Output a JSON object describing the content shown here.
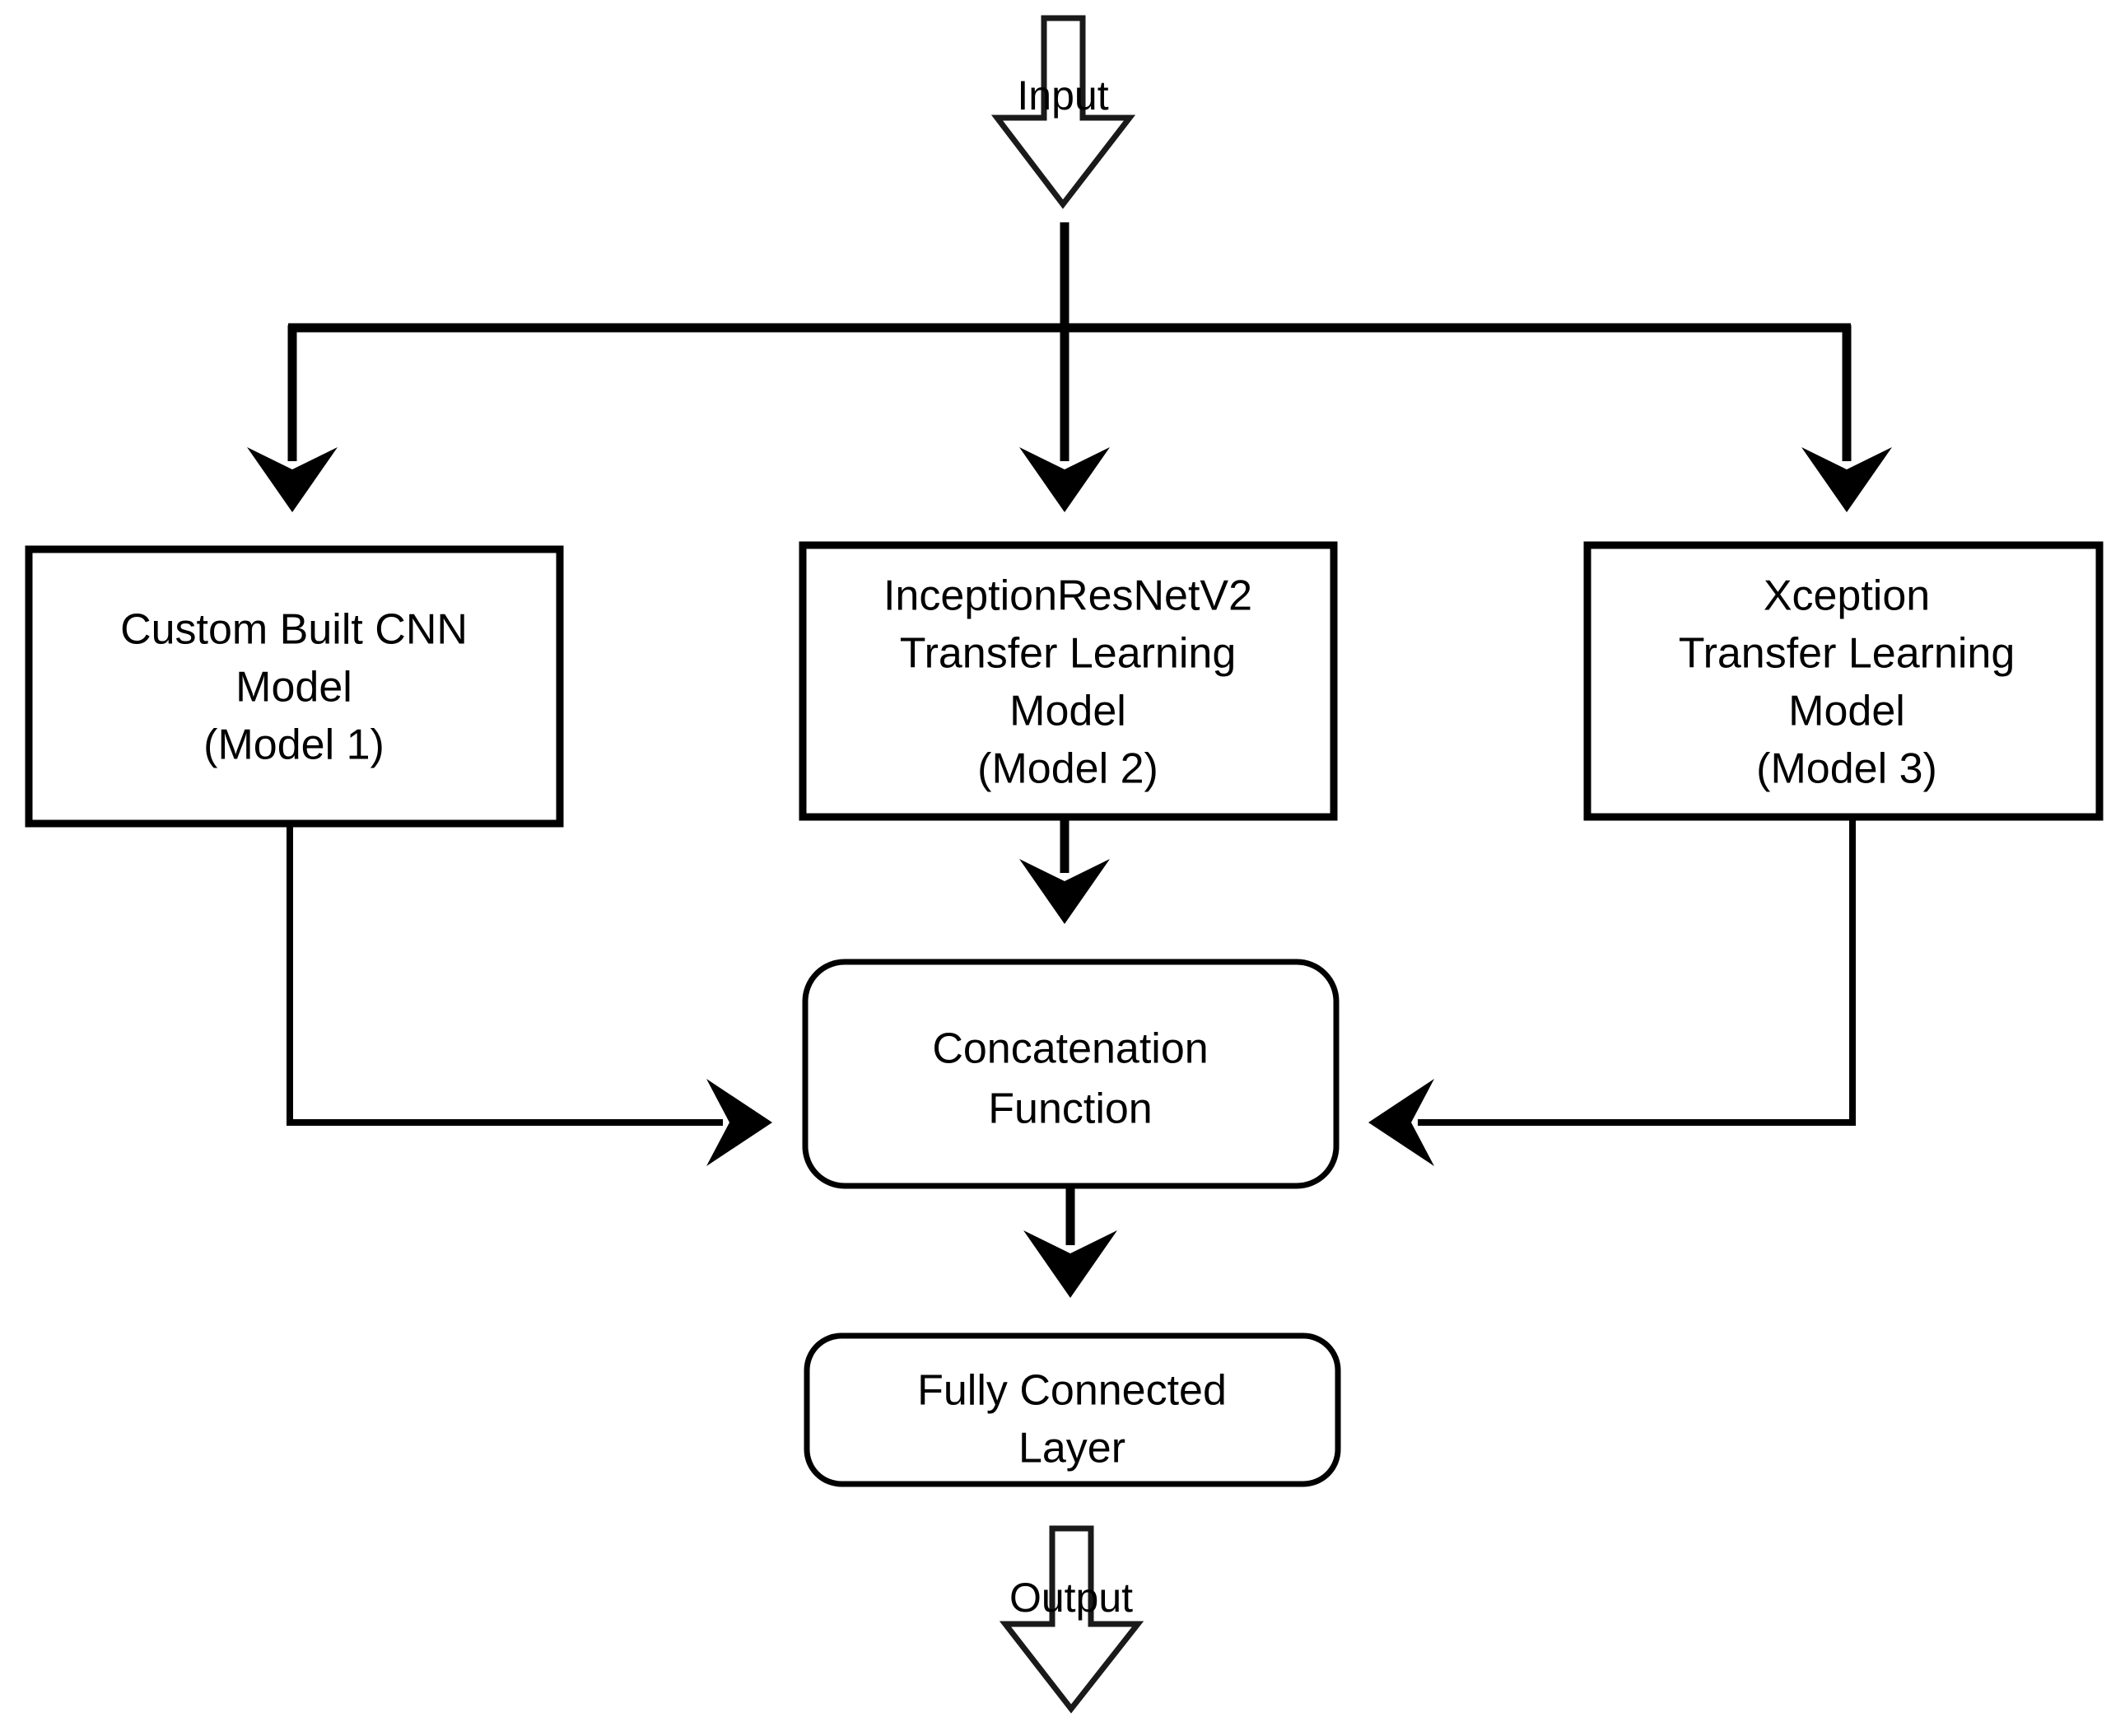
{
  "diagram": {
    "title": "Ensemble Deep Learning Model Architecture Flowchart",
    "orientation": "top-to-bottom",
    "background_color": "#ffffff",
    "line_color": "#000000",
    "io_markers": {
      "input": {
        "label": "Input",
        "shape": "hollow-block-arrow-down"
      },
      "output": {
        "label": "Output",
        "shape": "hollow-block-arrow-down"
      }
    },
    "nodes": {
      "model1": {
        "id": "model-1",
        "shape": "rectangle",
        "lines": [
          "Custom Built CNN",
          "Model",
          "(Model 1)"
        ]
      },
      "model2": {
        "id": "model-2",
        "shape": "rectangle",
        "lines": [
          "InceptionResNetV2",
          "Transfer Learning",
          "Model",
          "(Model 2)"
        ]
      },
      "model3": {
        "id": "model-3",
        "shape": "rectangle",
        "lines": [
          "Xception",
          "Transfer Learning",
          "Model",
          "(Model 3)"
        ]
      },
      "concat": {
        "id": "concatenation-function",
        "shape": "rounded-rectangle",
        "lines": [
          "Concatenation",
          "Function"
        ]
      },
      "fully_connected": {
        "id": "fully-connected-layer",
        "shape": "rounded-rectangle",
        "lines": [
          "Fully Connected",
          "Layer"
        ]
      }
    },
    "edges": [
      {
        "from": "input",
        "to": "branch-bus",
        "style": "solid-arrow"
      },
      {
        "from": "branch-bus",
        "to": "model1",
        "style": "solid-arrow"
      },
      {
        "from": "branch-bus",
        "to": "model2",
        "style": "solid-arrow"
      },
      {
        "from": "branch-bus",
        "to": "model3",
        "style": "solid-arrow"
      },
      {
        "from": "model1",
        "to": "concat",
        "style": "elbow-arrow-right"
      },
      {
        "from": "model2",
        "to": "concat",
        "style": "solid-arrow"
      },
      {
        "from": "model3",
        "to": "concat",
        "style": "elbow-arrow-left"
      },
      {
        "from": "concat",
        "to": "fully_connected",
        "style": "solid-arrow"
      },
      {
        "from": "fully_connected",
        "to": "output",
        "style": "block-arrow"
      }
    ]
  }
}
